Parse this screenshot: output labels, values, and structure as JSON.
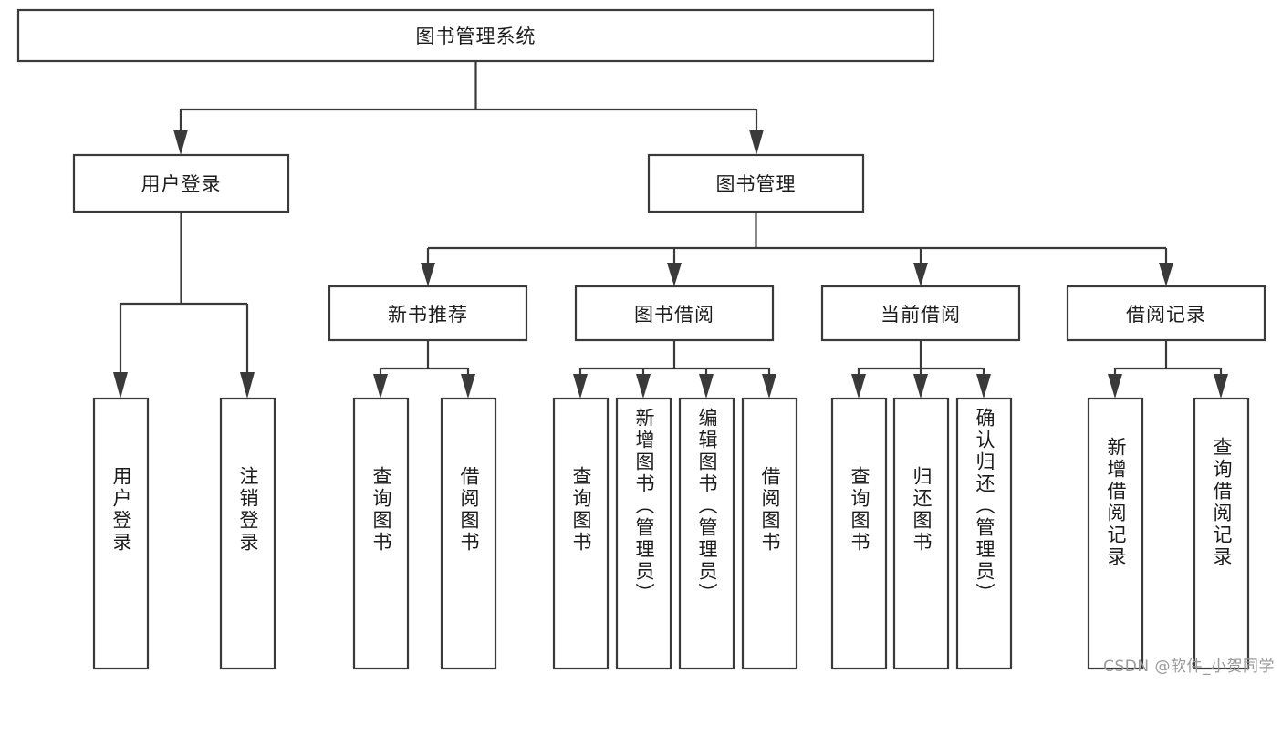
{
  "diagram": {
    "title": "图书管理系统",
    "type": "tree-hierarchy",
    "root": {
      "id": "root",
      "label": "图书管理系统",
      "orientation": "horizontal"
    },
    "level2": [
      {
        "id": "user-login",
        "label": "用户登录",
        "orientation": "horizontal"
      },
      {
        "id": "book-manage",
        "label": "图书管理",
        "orientation": "horizontal"
      }
    ],
    "level3": [
      {
        "id": "new-book-rec",
        "label": "新书推荐",
        "orientation": "horizontal",
        "parent": "book-manage"
      },
      {
        "id": "book-borrow",
        "label": "图书借阅",
        "orientation": "horizontal",
        "parent": "book-manage"
      },
      {
        "id": "current-borrow",
        "label": "当前借阅",
        "orientation": "horizontal",
        "parent": "book-manage"
      },
      {
        "id": "borrow-record",
        "label": "借阅记录",
        "orientation": "horizontal",
        "parent": "book-manage"
      }
    ],
    "leaves": [
      {
        "id": "leaf-user-login",
        "label": "用户登录",
        "orientation": "vertical",
        "parent": "user-login"
      },
      {
        "id": "leaf-user-logout",
        "label": "注销登录",
        "orientation": "vertical",
        "parent": "user-login"
      },
      {
        "id": "leaf-rec-query-book",
        "label": "查询图书",
        "orientation": "vertical",
        "parent": "new-book-rec"
      },
      {
        "id": "leaf-rec-borrow-book",
        "label": "借阅图书",
        "orientation": "vertical",
        "parent": "new-book-rec"
      },
      {
        "id": "leaf-borrow-query-book",
        "label": "查询图书",
        "orientation": "vertical",
        "parent": "book-borrow"
      },
      {
        "id": "leaf-borrow-add-book",
        "label": "新增图书（管理员）",
        "orientation": "vertical",
        "parent": "book-borrow"
      },
      {
        "id": "leaf-borrow-edit-book",
        "label": "编辑图书（管理员）",
        "orientation": "vertical",
        "parent": "book-borrow"
      },
      {
        "id": "leaf-borrow-borrow-book",
        "label": "借阅图书",
        "orientation": "vertical",
        "parent": "book-borrow"
      },
      {
        "id": "leaf-cur-query-book",
        "label": "查询图书",
        "orientation": "vertical",
        "parent": "current-borrow"
      },
      {
        "id": "leaf-cur-return-book",
        "label": "归还图书",
        "orientation": "vertical",
        "parent": "current-borrow"
      },
      {
        "id": "leaf-cur-confirm-return",
        "label": "确认归还（管理员）",
        "orientation": "vertical",
        "parent": "current-borrow"
      },
      {
        "id": "leaf-rec-add-record",
        "label": "新增借阅记录",
        "orientation": "vertical",
        "parent": "borrow-record"
      },
      {
        "id": "leaf-rec-query-record",
        "label": "查询借阅记录",
        "orientation": "vertical",
        "parent": "borrow-record"
      }
    ]
  },
  "watermark": {
    "text": "CSDN @软件_小贺同学"
  },
  "colors": {
    "stroke": "#3a3a3a",
    "box_fill": "#ffffff",
    "text": "#1c1c1c",
    "background": "#ffffff",
    "watermark": "#9a9a9a"
  }
}
